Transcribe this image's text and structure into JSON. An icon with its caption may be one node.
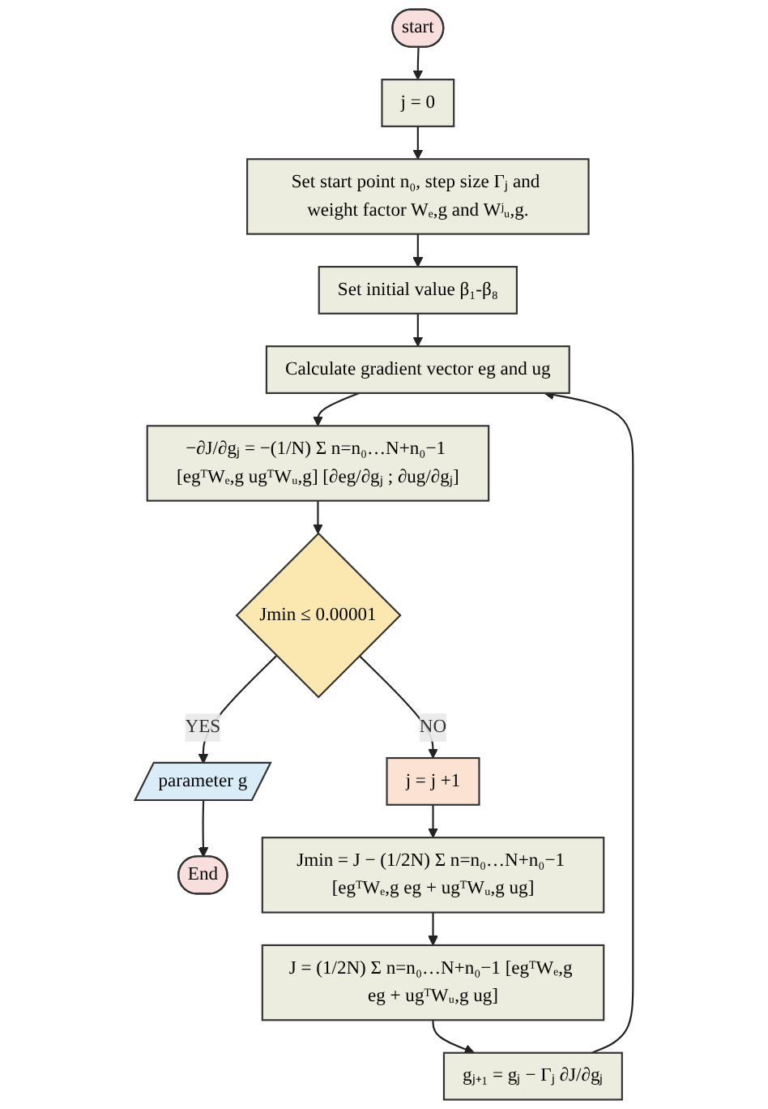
{
  "diagram": {
    "nodes": [
      {
        "text": [
          "start"
        ]
      },
      {
        "text": [
          "j = 0"
        ]
      },
      {
        "text": [
          "Set start point n₀, step size Γⱼ and weight factor Wₑ,g and Wʲᵤ,g."
        ]
      },
      {
        "text": [
          "Set initial value β₁-β₈"
        ]
      },
      {
        "text": [
          "Calculate gradient vector eg and ug"
        ]
      },
      {
        "text": [
          "−∂J/∂gⱼ = −(1/N) Σ n=n₀…N+n₀−1 [egᵀWₑ,g ugᵀWᵤ,g] [∂eg/∂gⱼ ; ∂ug/∂gⱼ]"
        ]
      },
      {
        "text": [
          "Jmin ≤ 0.00001"
        ]
      },
      {
        "text": [
          "parameter g"
        ]
      },
      {
        "text": [
          "End"
        ]
      },
      {
        "text": [
          "j = j +1"
        ]
      },
      {
        "text": [
          "Jmin = J − (1/2N) Σ n=n₀…N+n₀−1 [egᵀWₑ,g eg + ugᵀWᵤ,g ug]"
        ]
      },
      {
        "text": [
          "J = (1/2N) Σ n=n₀…N+n₀−1 [egᵀWₑ,g eg + ugᵀWᵤ,g ug]"
        ]
      },
      {
        "text": [
          "gⱼ₊₁ = gⱼ − Γⱼ ∂J/∂gⱼ"
        ]
      }
    ],
    "edges": [
      {
        "from": 0,
        "to": 1,
        "arrow": "to"
      },
      {
        "from": 1,
        "to": 2,
        "arrow": "to"
      },
      {
        "from": 2,
        "to": 3,
        "arrow": "to"
      },
      {
        "from": 3,
        "to": 4,
        "arrow": "to"
      },
      {
        "from": 4,
        "to": 5,
        "arrow": "to"
      },
      {
        "from": 5,
        "to": 6,
        "arrow": "to"
      },
      {
        "from": 6,
        "to": 7,
        "label": "YES",
        "arrow": "to"
      },
      {
        "from": 7,
        "to": 8,
        "arrow": "to"
      },
      {
        "from": 6,
        "to": 9,
        "label": "NO",
        "arrow": "to"
      },
      {
        "from": 9,
        "to": 10,
        "arrow": "to"
      },
      {
        "from": 10,
        "to": 11,
        "arrow": "to"
      },
      {
        "from": 11,
        "to": 12,
        "arrow": "to"
      },
      {
        "from": 12,
        "to": 4,
        "arrow": "to"
      }
    ]
  }
}
